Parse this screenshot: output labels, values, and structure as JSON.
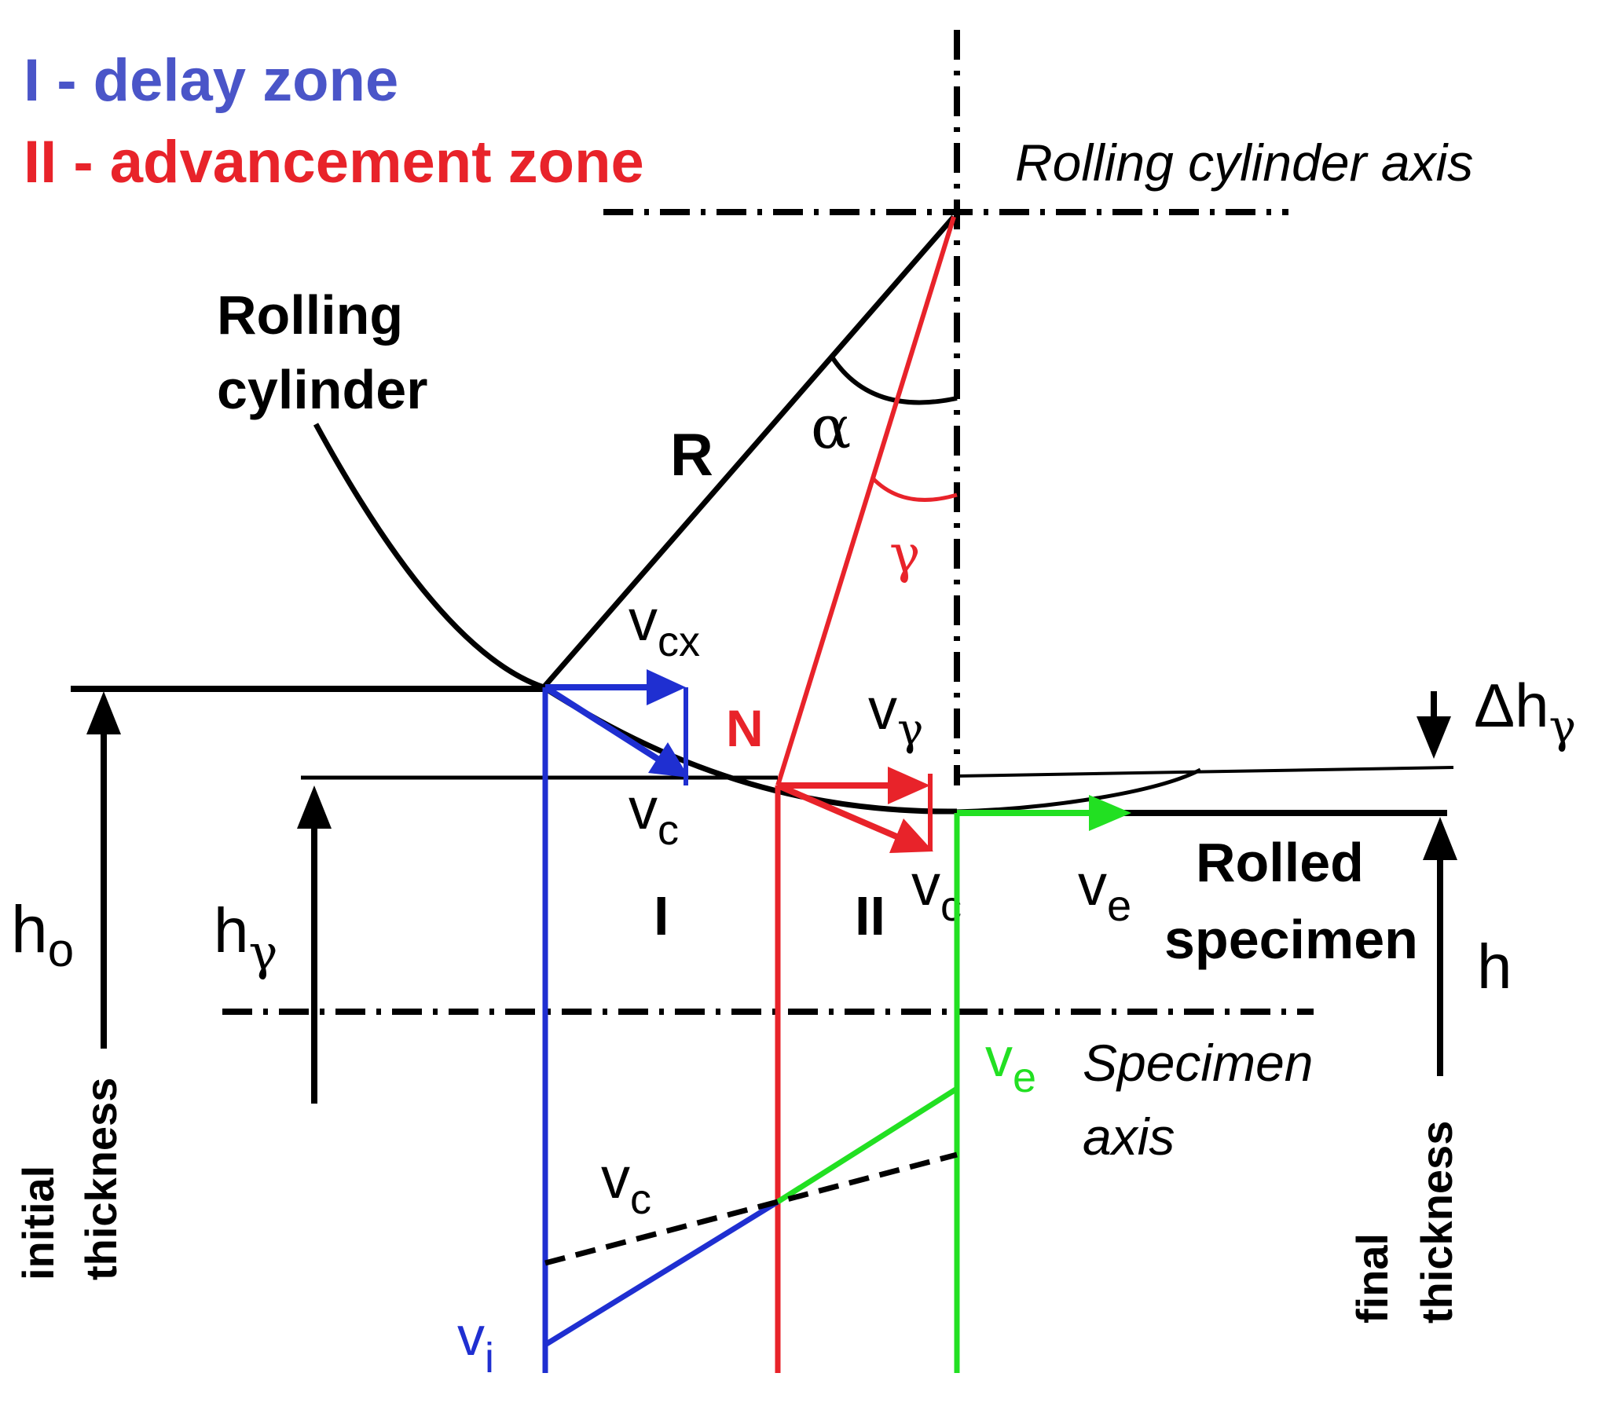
{
  "legend": {
    "zone_one": "I - delay zone",
    "zone_two": "II - advancement zone"
  },
  "labels": {
    "rolling_cylinder_axis": "Rolling cylinder axis",
    "rolling_cylinder_line1": "Rolling",
    "rolling_cylinder_line2": "cylinder",
    "radius": "R",
    "alpha": "α",
    "gamma": "γ",
    "neutral_point": "N",
    "zone_one_marker": "I",
    "zone_two_marker": "II",
    "rolled_specimen_line1": "Rolled",
    "rolled_specimen_line2": "specimen",
    "specimen_axis_line1": "Specimen",
    "specimen_axis_line2": "axis",
    "initial_thickness_line1": "initial",
    "initial_thickness_line2": "thickness",
    "final_thickness_line1": "final",
    "final_thickness_line2": "thickness"
  },
  "symbols": {
    "v": "v",
    "h": "h",
    "delta_h": "Δh",
    "sub_cx": "cx",
    "sub_c": "c",
    "sub_gamma": "γ",
    "sub_e": "e",
    "sub_i": "i",
    "sub_o": "o"
  },
  "colors": {
    "zone_one": "#1f2fd1",
    "zone_one_legend": "#4a55c8",
    "zone_two": "#e8232a",
    "exit": "#22e022",
    "ink": "#000000"
  }
}
